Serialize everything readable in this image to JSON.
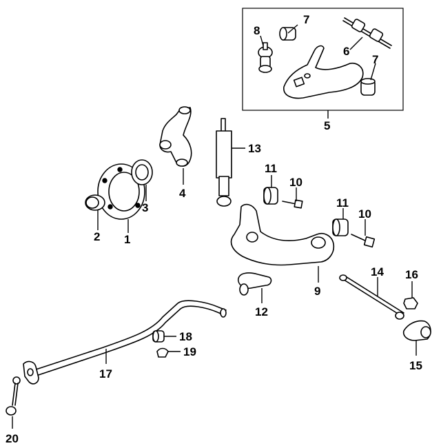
{
  "callouts": {
    "c1": "1",
    "c2": "2",
    "c3": "3",
    "c4": "4",
    "c5": "5",
    "c6": "6",
    "c7a": "7",
    "c7b": "7",
    "c8": "8",
    "c9": "9",
    "c10a": "10",
    "c10b": "10",
    "c11a": "11",
    "c11b": "11",
    "c12": "12",
    "c13": "13",
    "c14": "14",
    "c15": "15",
    "c16": "16",
    "c17": "17",
    "c18": "18",
    "c19": "19",
    "c20": "20"
  },
  "colors": {
    "line": "#000000",
    "background": "#ffffff"
  }
}
